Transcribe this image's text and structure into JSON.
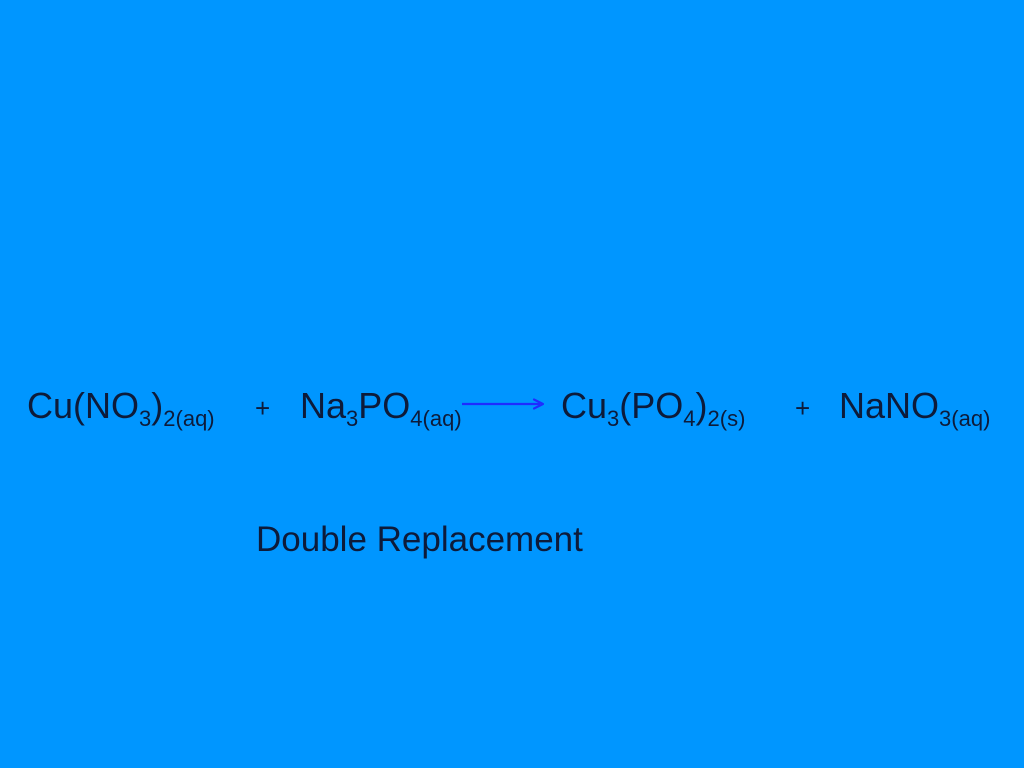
{
  "background_color": "#0096ff",
  "arrow_color": "#1f2cff",
  "equation": {
    "reactant1": {
      "base1": "Cu(NO",
      "sub1": "3",
      "base2": ")",
      "state": "2(aq)"
    },
    "plus1": "+",
    "reactant2": {
      "base1": "Na",
      "sub1": "3",
      "base2": "PO",
      "state": "4(aq)"
    },
    "arrow_icon": "right-arrow-icon",
    "product1": {
      "base1": "Cu",
      "sub1": "3",
      "base2": "(PO",
      "sub2": "4",
      "base3": ")",
      "state": "2(s)"
    },
    "plus2": "+",
    "product2": {
      "base1": "NaNO",
      "state": "3(aq)"
    }
  },
  "reaction_type": "Double Replacement"
}
